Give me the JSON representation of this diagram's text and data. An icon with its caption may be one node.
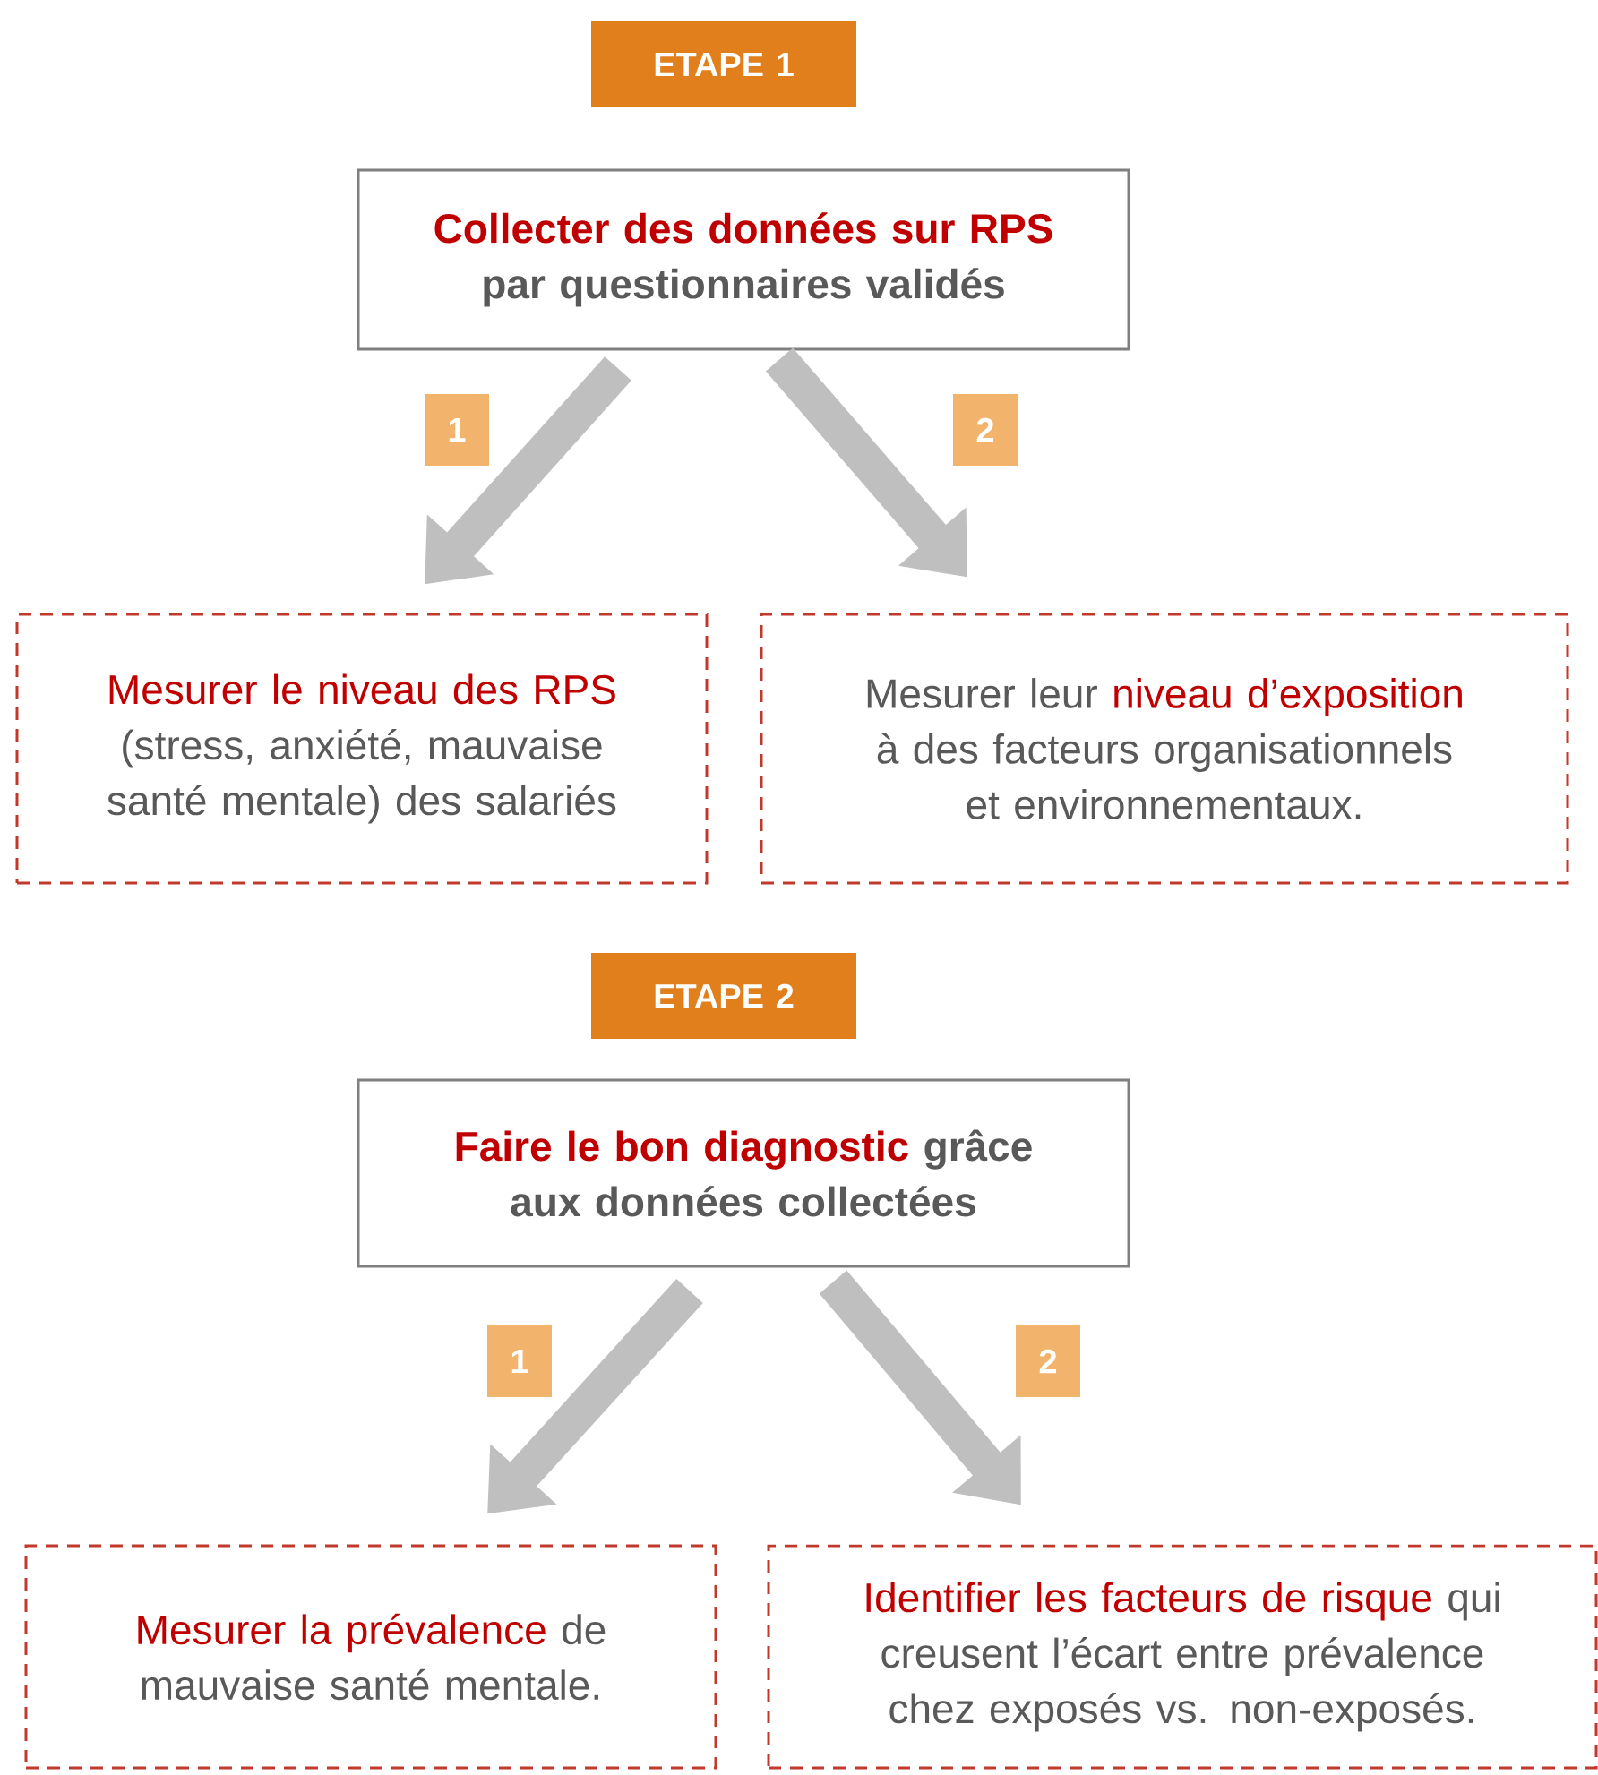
{
  "diagram": {
    "nodes": [
      {
        "text": [
          "ETAPE 1"
        ]
      },
      {
        "text": [
          "Collecter des données sur RPS",
          "par questionnaires  validés"
        ]
      },
      {
        "text": [
          "Mesurer le niveau des RPS",
          "(stress, anxiété, mauvaise santé mentale) des salariés"
        ]
      },
      {
        "text": [
          "Mesurer leur",
          "niveau d’exposition",
          "à des facteurs organisationnels et environnementaux."
        ]
      },
      {
        "text": [
          "ETAPE 2"
        ]
      },
      {
        "text": [
          "Faire le bon diagnostic",
          "grâce aux données collectées"
        ]
      },
      {
        "text": [
          "Mesurer la prévalence",
          "de mauvaise santé mentale."
        ]
      },
      {
        "text": [
          "Identifier les facteurs de risque",
          "qui creusent l’écart entre prévalence chez exposés vs. non-exposés."
        ]
      }
    ],
    "edges": [
      {
        "from": 1,
        "to": 2,
        "arrow": "to",
        "label": "1"
      },
      {
        "from": 1,
        "to": 3,
        "arrow": "to",
        "label": "2"
      },
      {
        "from": 5,
        "to": 6,
        "arrow": "to",
        "label": "1"
      },
      {
        "from": 5,
        "to": 7,
        "arrow": "to",
        "label": "2"
      }
    ]
  }
}
